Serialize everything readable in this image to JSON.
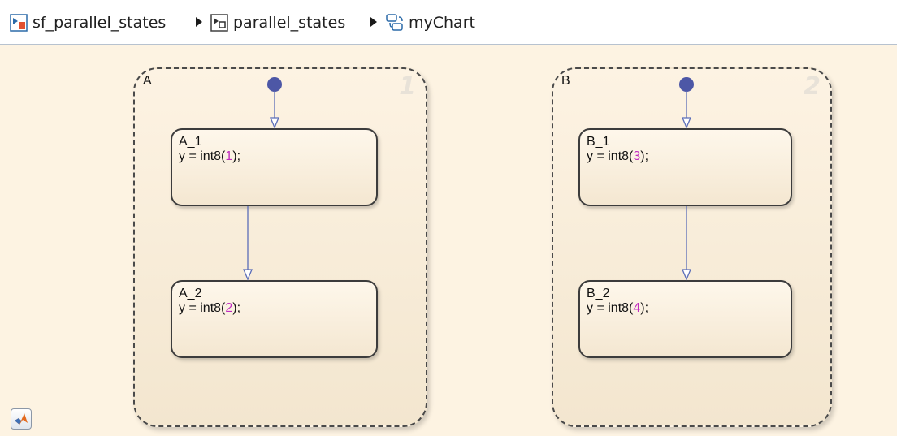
{
  "breadcrumb": {
    "items": [
      {
        "label": "sf_parallel_states",
        "icon": "simulink-model-icon"
      },
      {
        "label": "parallel_states",
        "icon": "subsystem-block-icon"
      },
      {
        "label": "myChart",
        "icon": "stateflow-chart-icon"
      }
    ],
    "separator_icon": "breadcrumb-arrow-icon"
  },
  "chart": {
    "superstates": [
      {
        "name": "A",
        "order": "1",
        "decomposition": "parallel",
        "states": [
          {
            "name": "A_1",
            "action_prefix": "y = int8(",
            "action_value": "1",
            "action_suffix": ");"
          },
          {
            "name": "A_2",
            "action_prefix": "y = int8(",
            "action_value": "2",
            "action_suffix": ");"
          }
        ]
      },
      {
        "name": "B",
        "order": "2",
        "decomposition": "parallel",
        "states": [
          {
            "name": "B_1",
            "action_prefix": "y = int8(",
            "action_value": "3",
            "action_suffix": ");"
          },
          {
            "name": "B_2",
            "action_prefix": "y = int8(",
            "action_value": "4",
            "action_suffix": ");"
          }
        ]
      }
    ]
  },
  "colors": {
    "canvas": "#fdf3e2",
    "transition": "#5a6db8",
    "default_transition_dot": "#4d57a6",
    "literal_number": "#c02cc0"
  },
  "toolbar": {
    "bottom_button_icon": "matlab-logo-icon"
  }
}
